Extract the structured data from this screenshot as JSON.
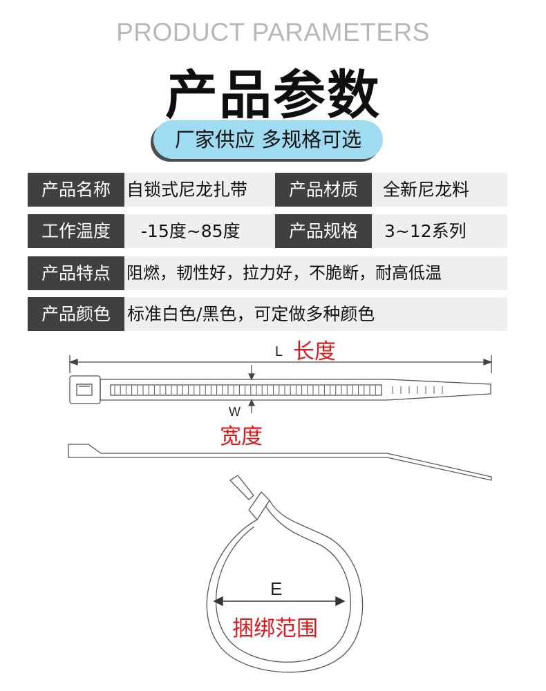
{
  "header": {
    "en_title": "PRODUCT PARAMETERS",
    "cn_title": "产品参数",
    "badge": "厂家供应 多规格可选"
  },
  "params": {
    "row1": {
      "label_a": "产品名称",
      "value_a": "自锁式尼龙扎带",
      "label_b": "产品材质",
      "value_b": "全新尼龙料"
    },
    "row2": {
      "label_a": "工作温度",
      "value_a": "-15度~85度",
      "label_b": "产品规格",
      "value_b": "3~12系列"
    },
    "row3": {
      "label": "产品特点",
      "value": "阻燃，韧性好，拉力好，不脆断，耐高低温"
    },
    "row4": {
      "label": "产品颜色",
      "value": "标准白色/黑色，可定做多种颜色"
    }
  },
  "diagram": {
    "length_letter": "L",
    "length_label": "长度",
    "width_letter": "W",
    "width_label": "宽度",
    "bundle_letter": "E",
    "bundle_label": "捆绑范围"
  },
  "colors": {
    "label_bg": "#404040",
    "value_bg": "#efefef",
    "badge_bg": "#9fdcf2",
    "accent_red": "#d9191c"
  }
}
